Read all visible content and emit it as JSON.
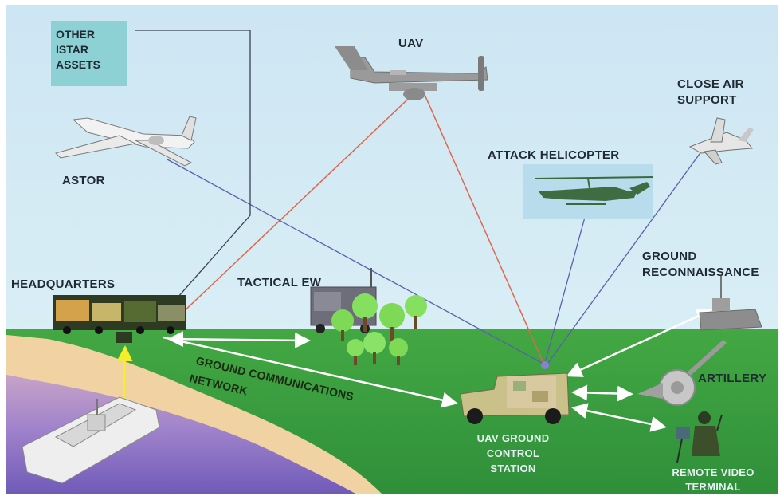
{
  "labels": {
    "other_istar_line1": "OTHER",
    "other_istar_line2": "ISTAR",
    "other_istar_line3": "ASSETS",
    "uav": "UAV",
    "close_air_support_line1": "CLOSE AIR",
    "close_air_support_line2": "SUPPORT",
    "astor": "ASTOR",
    "attack_helicopter": "ATTACK HELICOPTER",
    "ground_reconnaissance_line1": "GROUND",
    "ground_reconnaissance_line2": "RECONNAISSANCE",
    "headquarters": "HEADQUARTERS",
    "tactical_ew": "TACTICAL EW",
    "ground_comms_line1": "GROUND COMMUNICATIONS",
    "ground_comms_line2": "NETWORK",
    "artillery": "ARTILLERY",
    "uav_gcs_line1": "UAV GROUND",
    "uav_gcs_line2": "CONTROL",
    "uav_gcs_line3": "STATION",
    "rvt_line1": "REMOTE VIDEO",
    "rvt_line2": "TERMINAL"
  },
  "colors": {
    "sky": "#cfe6f2",
    "ground": "#3fa33f",
    "ground_dark": "#2a8a36",
    "sand": "#f3d7a6",
    "water": "#8c72c9",
    "datalink_red": "#e0604a",
    "datalink_blue": "#5a5fb0",
    "ground_link": "#ffffff",
    "ship_link": "#f4ee2c"
  },
  "icons": [
    "uav-icon",
    "astor-aircraft-icon",
    "fighter-jet-icon",
    "attack-helicopter-icon",
    "headquarters-vehicles-icon",
    "tactical-ew-truck-icon",
    "tree-icon",
    "ship-icon",
    "humvee-icon",
    "radar-dish-icon",
    "soldier-terminal-icon",
    "recon-vehicle-icon"
  ]
}
